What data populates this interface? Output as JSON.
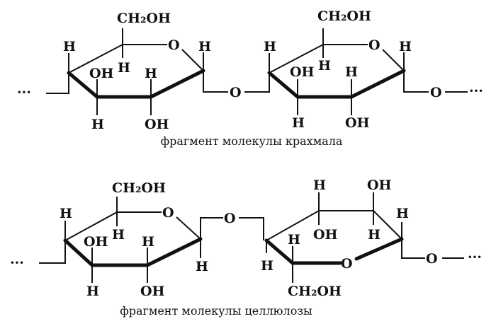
{
  "labels": {
    "H": "H",
    "OH": "OH",
    "O": "O",
    "CH2OH": "CH₂OH",
    "dots": "···"
  },
  "starch": {
    "caption": "фрагмент молекулы крахмала"
  },
  "cellulose": {
    "caption": "фрагмент молекулы целлюлозы"
  }
}
